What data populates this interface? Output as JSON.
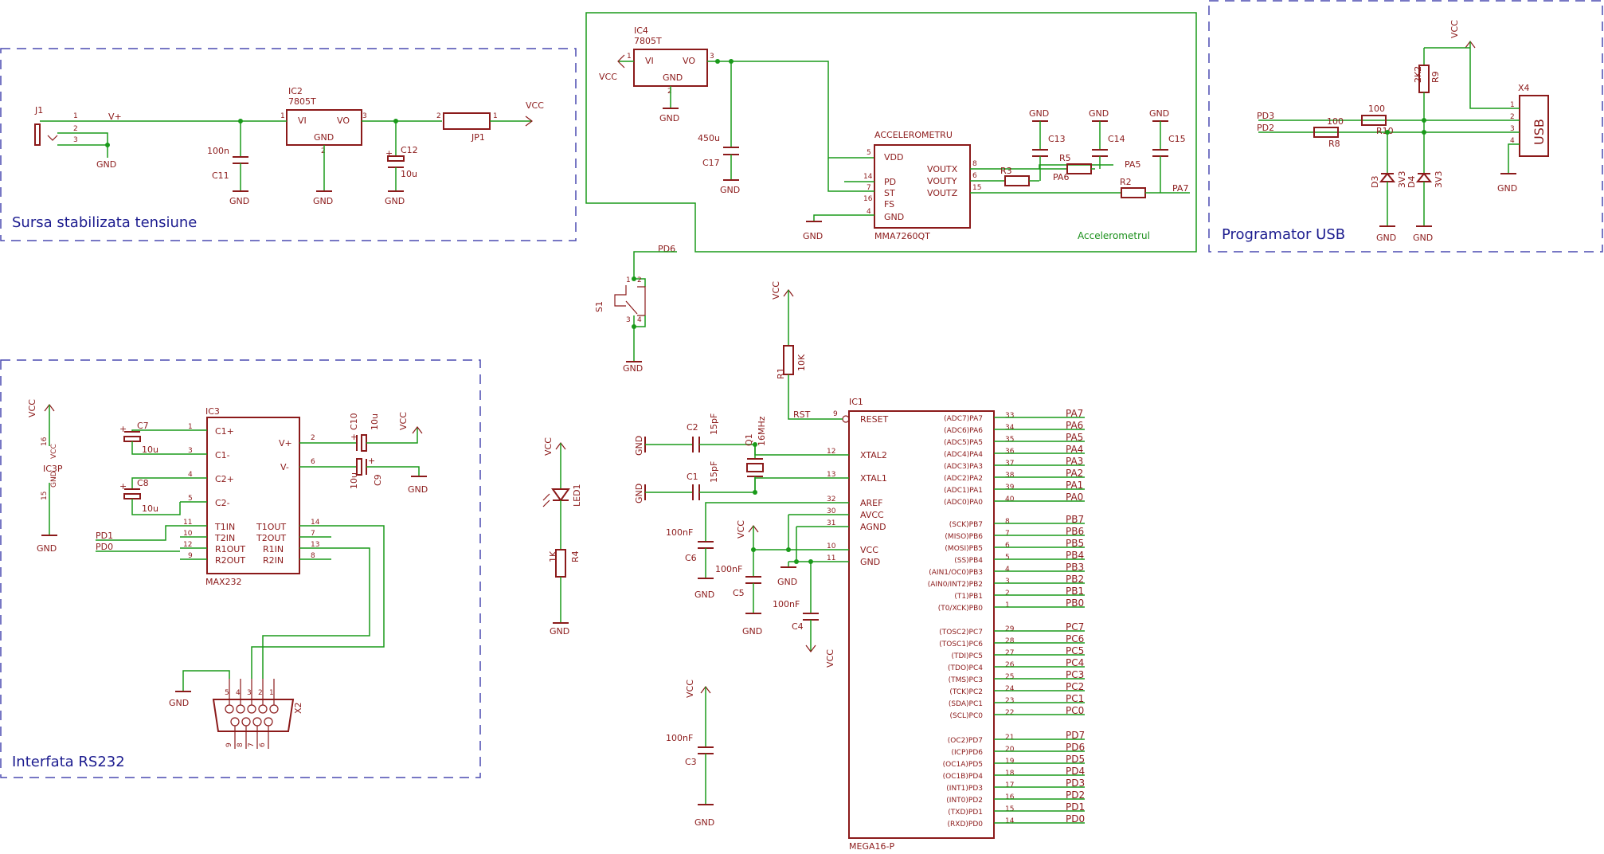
{
  "blocks": {
    "power": "Sursa stabilizata tensiune",
    "usb": "Programator USB",
    "rs232": "Interfata RS232",
    "accel": "Accelerometrul"
  },
  "labels": {
    "vcc": "VCC",
    "gnd": "GND",
    "vplus": "V+",
    "j1": "J1",
    "jp1": "JP1",
    "ic2": "IC2",
    "ic2_val": "7805T",
    "ic4": "IC4",
    "ic4_val": "7805T",
    "vi": "VI",
    "vo": "VO",
    "c11": "C11",
    "c11_val": "100n",
    "c12": "C12",
    "c12_val": "10u",
    "c17": "C17",
    "c17_val": "450u",
    "accel_name": "ACCELEROMETRU",
    "accel_val": "MMA7260QT",
    "vdd": "VDD",
    "pd": "PD",
    "st": "ST",
    "fs": "FS",
    "voutx": "VOUTX",
    "vouty": "VOUTY",
    "voutz": "VOUTZ",
    "c13": "C13",
    "c14": "C14",
    "c15": "C15",
    "r3": "R3",
    "r5": "R5",
    "r2": "R2",
    "pa5": "PA5",
    "pa6": "PA6",
    "pa7": "PA7",
    "pd6": "PD6",
    "pd3": "PD3",
    "pd2": "PD2",
    "pd1": "PD1",
    "pd0": "PD0",
    "r9": "R9",
    "r9_val": "2K2",
    "r10": "R10",
    "r10_val": "100",
    "r8": "R8",
    "r8_val": "100",
    "d3": "D3",
    "d4": "D4",
    "zener": "3V3",
    "x4": "X4",
    "usb": "USB",
    "s1": "S1",
    "r1": "R1",
    "r1_val": "10K",
    "rst": "RST",
    "ic1": "IC1",
    "ic1_val": "MEGA16-P",
    "reset": "RESET",
    "xtal2": "XTAL2",
    "xtal1": "XTAL1",
    "aref": "AREF",
    "avcc": "AVCC",
    "agnd": "AGND",
    "c2": "C2",
    "c1": "C1",
    "pf15": "15pF",
    "q1": "Q1",
    "q1_val": "16MHz",
    "c6": "C6",
    "c5": "C5",
    "c4": "C4",
    "c3": "C3",
    "nf100": "100nF",
    "led1": "LED1",
    "r4": "R4",
    "r4_val": "1K",
    "ic3": "IC3",
    "ic3_val": "MAX232",
    "ic3p": "IC3P",
    "c1p": "C1+",
    "c1m": "C1-",
    "c2p": "C2+",
    "c2m": "C2-",
    "vp": "V+",
    "vm": "V-",
    "t1in": "T1IN",
    "t2in": "T2IN",
    "r1out": "R1OUT",
    "r2out": "R2OUT",
    "t1out": "T1OUT",
    "t2out": "T2OUT",
    "r1in": "R1IN",
    "r2in": "R2IN",
    "c7": "C7",
    "c8": "C8",
    "c9": "C9",
    "c10": "C10",
    "u10": "10u",
    "x2": "X2"
  },
  "mcu_pins": {
    "port_a": [
      {
        "fn": "(ADC7)PA7",
        "num": "33",
        "net": "PA7"
      },
      {
        "fn": "(ADC6)PA6",
        "num": "34",
        "net": "PA6"
      },
      {
        "fn": "(ADC5)PA5",
        "num": "35",
        "net": "PA5"
      },
      {
        "fn": "(ADC4)PA4",
        "num": "36",
        "net": "PA4"
      },
      {
        "fn": "(ADC3)PA3",
        "num": "37",
        "net": "PA3"
      },
      {
        "fn": "(ADC2)PA2",
        "num": "38",
        "net": "PA2"
      },
      {
        "fn": "(ADC1)PA1",
        "num": "39",
        "net": "PA1"
      },
      {
        "fn": "(ADC0)PA0",
        "num": "40",
        "net": "PA0"
      }
    ],
    "port_b": [
      {
        "fn": "(SCK)PB7",
        "num": "8",
        "net": "PB7"
      },
      {
        "fn": "(MISO)PB6",
        "num": "7",
        "net": "PB6"
      },
      {
        "fn": "(MOSI)PB5",
        "num": "6",
        "net": "PB5"
      },
      {
        "fn": "(SS)PB4",
        "num": "5",
        "net": "PB4"
      },
      {
        "fn": "(AIN1/OC0)PB3",
        "num": "4",
        "net": "PB3"
      },
      {
        "fn": "(AIN0/INT2)PB2",
        "num": "3",
        "net": "PB2"
      },
      {
        "fn": "(T1)PB1",
        "num": "2",
        "net": "PB1"
      },
      {
        "fn": "(T0/XCK)PB0",
        "num": "1",
        "net": "PB0"
      }
    ],
    "port_c": [
      {
        "fn": "(TOSC2)PC7",
        "num": "29",
        "net": "PC7"
      },
      {
        "fn": "(TOSC1)PC6",
        "num": "28",
        "net": "PC6"
      },
      {
        "fn": "(TDI)PC5",
        "num": "27",
        "net": "PC5"
      },
      {
        "fn": "(TDO)PC4",
        "num": "26",
        "net": "PC4"
      },
      {
        "fn": "(TMS)PC3",
        "num": "25",
        "net": "PC3"
      },
      {
        "fn": "(TCK)PC2",
        "num": "24",
        "net": "PC2"
      },
      {
        "fn": "(SDA)PC1",
        "num": "23",
        "net": "PC1"
      },
      {
        "fn": "(SCL)PC0",
        "num": "22",
        "net": "PC0"
      }
    ],
    "port_d": [
      {
        "fn": "(OC2)PD7",
        "num": "21",
        "net": "PD7"
      },
      {
        "fn": "(ICP)PD6",
        "num": "20",
        "net": "PD6"
      },
      {
        "fn": "(OC1A)PD5",
        "num": "19",
        "net": "PD5"
      },
      {
        "fn": "(OC1B)PD4",
        "num": "18",
        "net": "PD4"
      },
      {
        "fn": "(INT1)PD3",
        "num": "17",
        "net": "PD3"
      },
      {
        "fn": "(INT0)PD2",
        "num": "16",
        "net": "PD2"
      },
      {
        "fn": "(TXD)PD1",
        "num": "15",
        "net": "PD1"
      },
      {
        "fn": "(RXD)PD0",
        "num": "14",
        "net": "PD0"
      }
    ]
  }
}
